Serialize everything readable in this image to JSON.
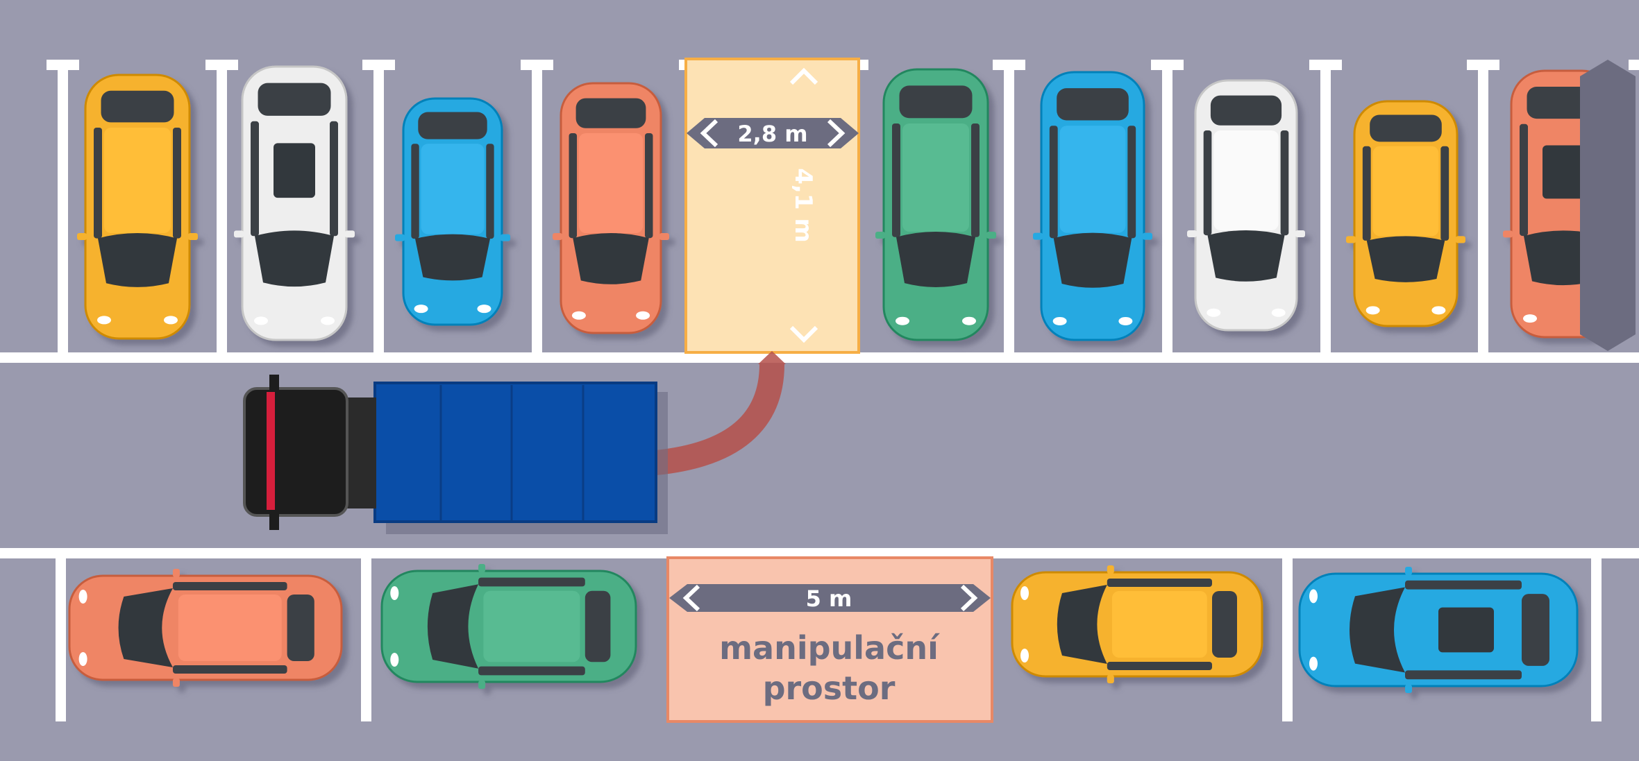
{
  "colors": {
    "asphalt": "#9a9aae",
    "lines": "#ffffff",
    "highlight_fill": "#fde2b4",
    "highlight_border": "#f6ae45",
    "manipulation_fill": "#f9c4ae",
    "manipulation_border": "#e88866",
    "arrow": "#6c6c80",
    "path": "#b5504a",
    "truck_cargo": "#0a4ea8"
  },
  "dimensions": {
    "space_width_label": "2,8 m",
    "space_length_label": "4,1 m",
    "manipulation_width_label": "5 m"
  },
  "manipulation_area": {
    "line1": "manipulační",
    "line2": "prostor"
  },
  "top_row_cars": [
    {
      "body": "#f6b22d",
      "style": "hatch"
    },
    {
      "body": "#eeeeee",
      "style": "suv"
    },
    {
      "body": "#28a9e1",
      "style": "hatch"
    },
    {
      "body": "#ef8565",
      "style": "hatch"
    },
    {
      "body": null,
      "style": "empty"
    },
    {
      "body": "#4caf86",
      "style": "sedan"
    },
    {
      "body": "#28a9e1",
      "style": "sedan"
    },
    {
      "body": "#eeeeee",
      "style": "sedan"
    },
    {
      "body": "#f6b22d",
      "style": "hatch"
    },
    {
      "body": "#ef8565",
      "style": "suv"
    }
  ],
  "bottom_row_cars": [
    {
      "body": "#ef8565",
      "style": "sedan"
    },
    {
      "body": "#4caf86",
      "style": "hatch"
    },
    {
      "body": null,
      "style": "empty"
    },
    {
      "body": "#f6b22d",
      "style": "sedan"
    },
    {
      "body": "#28a9e1",
      "style": "suv"
    }
  ]
}
